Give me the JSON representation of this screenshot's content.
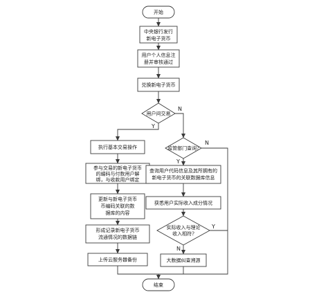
{
  "start": "开始",
  "end": "结束",
  "steps": {
    "issue": [
      "中央银行发行",
      "新电子货币"
    ],
    "register": [
      "用户个人信息注",
      "册并审核通过"
    ],
    "exchange": [
      "兑换新电子货币"
    ],
    "trade_decision": [
      "用户间交易"
    ],
    "basic_ops": [
      "执行基本交易操作"
    ],
    "bind": [
      "参与交易的新电子货币",
      "的编码与付款用户解",
      "绑，与收款用户绑定"
    ],
    "update_db": [
      "更新与新电子货币",
      "币编码关联的数",
      "据库的内容"
    ],
    "form_chain": [
      "形成记录新电子货币",
      "流通情况的数据链"
    ],
    "upload": [
      "上传云服务器备份"
    ],
    "supervision_decision": [
      "监管部门查询?"
    ],
    "query": [
      "查询用户代码信息及其所拥有的",
      "新电子货币的关联数据库信息"
    ],
    "income_check": [
      "获悉用户实际收入成分情况"
    ],
    "match_decision": [
      "实际收入与理论",
      "收入相符?"
    ],
    "bigdata": [
      "大数据纠查溯源"
    ]
  },
  "branch_labels": {
    "trade_no": "N",
    "trade_yes": "Y",
    "supervision_no": "N",
    "supervision_yes": "Y",
    "match_yes": "Y",
    "match_no": "N"
  },
  "colors": {
    "stroke": "#3a3a3a",
    "text": "#222222",
    "background": "#ffffff"
  }
}
